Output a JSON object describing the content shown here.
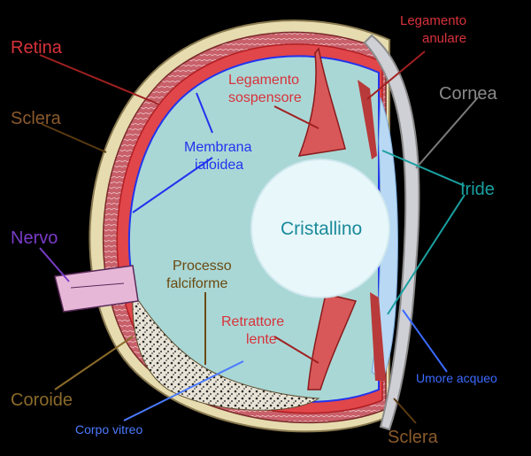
{
  "labels": {
    "retina": "Retina",
    "sclera_top": "Sclera",
    "nervo": "Nervo",
    "coroide": "Coroide",
    "corpo_vitreo": "Corpo vitreo",
    "membrana_1": "Membrana",
    "membrana_2": "ialoidea",
    "legamento_sosp_1": "Legamento",
    "legamento_sosp_2": "sospensore",
    "legamento_anul_1": "Legamento",
    "legamento_anul_2": "anulare",
    "cornea": "Cornea",
    "iride": "Iride",
    "cristallino": "Cristallino",
    "processo_1": "Processo",
    "processo_2": "falciforme",
    "retrattore_1": "Retrattore",
    "retrattore_2": "lente",
    "umore_acqueo": "Umore acqueo",
    "sclera_bottom": "Sclera"
  },
  "colors": {
    "background": "#000000",
    "retina": "#e0464a",
    "sclera": "#8a5a2b",
    "nervo": "#7a3cc8",
    "coroide": "#8a6a2a",
    "corpo_vitreo": "#4a7aff",
    "membrana": "#2233ee",
    "legamento": "#cc3333",
    "cornea": "#8a8a8a",
    "iride": "#1aa0a0",
    "cristallino_text": "#1a8a9a",
    "processo": "#6a4a10",
    "umore_acqueo": "#3a6aff",
    "vitreous_fill": "#a9d7d6",
    "lens_fill": "#e8f7fa"
  }
}
